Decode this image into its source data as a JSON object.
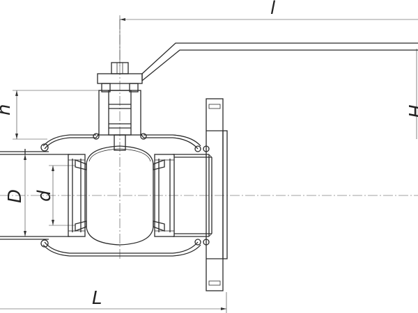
{
  "drawing": {
    "dimensions": {
      "l": "l",
      "h": "h",
      "D": "D",
      "d": "d",
      "L": "L",
      "H_partial": "H"
    }
  }
}
